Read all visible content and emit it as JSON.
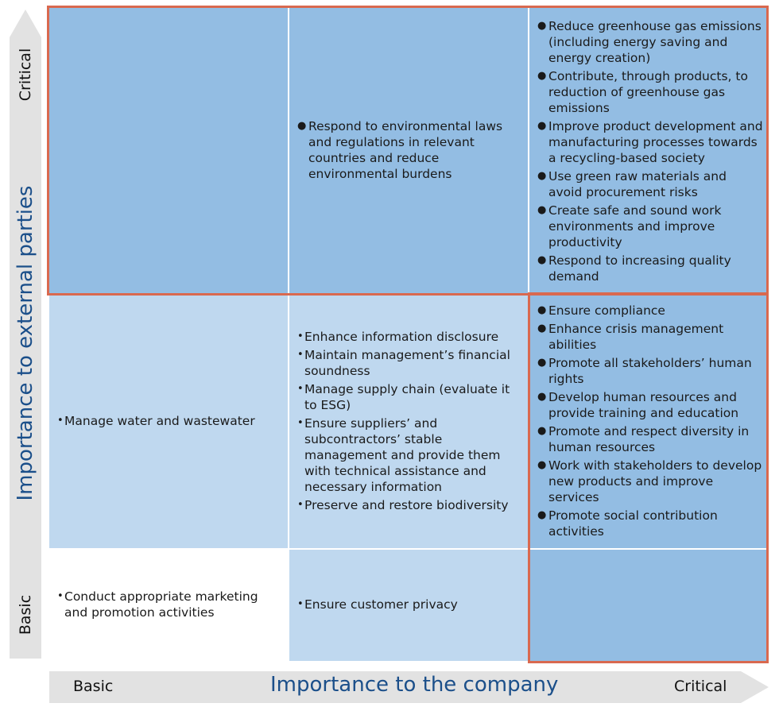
{
  "y_axis": {
    "label": "Importance to external parties",
    "low": "Basic",
    "high": "Critical"
  },
  "x_axis": {
    "label": "Importance to the company",
    "low": "Basic",
    "high": "Critical"
  },
  "cells": {
    "critical_mid": [
      "Respond to environmental laws and regulations in relevant countries and reduce environmental burdens"
    ],
    "critical_critical": [
      "Reduce greenhouse gas emissions (including energy saving and energy creation)",
      "Contribute, through products, to reduction of greenhouse gas emissions",
      "Improve product development and manufacturing processes towards a recycling-based society",
      "Use green raw materials and avoid procurement risks",
      "Create safe and sound work environments and improve productivity",
      "Respond to increasing quality demand"
    ],
    "mid_basic": [
      "Manage water and wastewater"
    ],
    "mid_mid": [
      "Enhance information disclosure",
      "Maintain management’s financial soundness",
      "Manage supply chain (evaluate it to ESG)",
      "Ensure suppliers’ and subcontractors’ stable management and provide them with technical assistance and necessary information",
      "Preserve and restore biodiversity"
    ],
    "mid_critical": [
      "Ensure compliance",
      "Enhance crisis management abilities",
      "Promote all stakeholders’ human rights",
      "Develop human resources and provide training and education",
      "Promote and respect diversity in human resources",
      "Work with stakeholders to develop new products and improve services",
      "Promote social contribution activities"
    ],
    "basic_basic": [
      "Conduct appropriate marketing and promotion activities"
    ],
    "basic_mid": [
      "Ensure customer privacy"
    ],
    "basic_critical": []
  },
  "colors": {
    "dark_cell": "#93bde3",
    "light_cell": "#bfd8ef",
    "axis_arrow": "#e2e2e2",
    "highlight_frame": "#d9694f",
    "axis_label": "#1b4f8a"
  }
}
